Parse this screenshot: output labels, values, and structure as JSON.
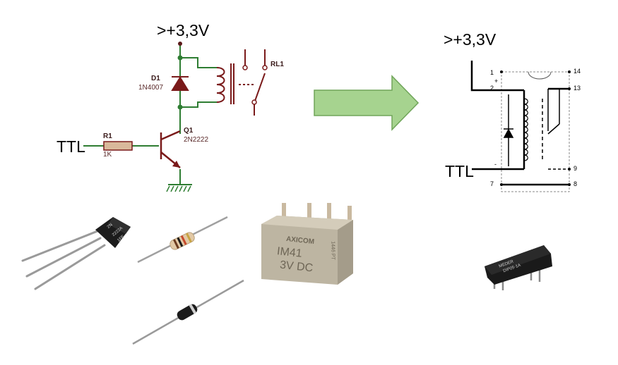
{
  "left_schematic": {
    "supply_label": ">+3,3V",
    "input_label": "TTL",
    "diode_ref": "D1",
    "diode_part": "1N4007",
    "relay_ref": "RL1",
    "transistor_ref": "Q1",
    "transistor_part": "2N2222",
    "resistor_ref": "R1",
    "resistor_value": "1K"
  },
  "right_schematic": {
    "supply_label": ">+3,3V",
    "input_label": "TTL",
    "pins": [
      "1",
      "+",
      "2",
      "-",
      "7",
      "14",
      "13",
      "9",
      "8"
    ]
  },
  "arrow": {
    "color": "#a6d38f",
    "stroke": "#70a55a"
  },
  "photos": {
    "relay_text": [
      "AXICOM",
      "IM41",
      "3V DC",
      "1446 PT"
    ],
    "reed_relay_text": [
      "MEDER",
      "DIP05-1A"
    ],
    "transistor_text": [
      "2N",
      "2222A",
      "1FE"
    ]
  }
}
